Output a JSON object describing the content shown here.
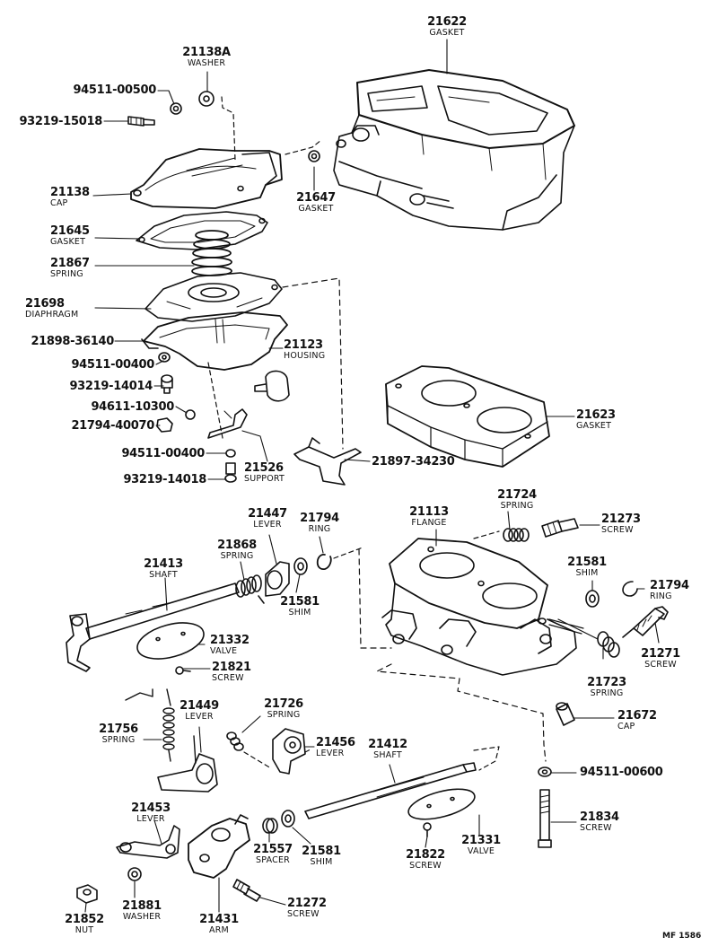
{
  "parts": {
    "p21622": {
      "num": "21622",
      "name": "GASKET"
    },
    "p21138A": {
      "num": "21138A",
      "name": "WASHER"
    },
    "p9451100500": {
      "num": "94511-00500"
    },
    "p9321915018": {
      "num": "93219-15018"
    },
    "p21138": {
      "num": "21138",
      "name": "CAP"
    },
    "p21647": {
      "num": "21647",
      "name": "GASKET"
    },
    "p21645": {
      "num": "21645",
      "name": "GASKET"
    },
    "p21867": {
      "num": "21867",
      "name": "SPRING"
    },
    "p21698": {
      "num": "21698",
      "name": "DIAPHRAGM"
    },
    "p2189836140": {
      "num": "21898-36140"
    },
    "p21123": {
      "num": "21123",
      "name": "HOUSING"
    },
    "p9451100400a": {
      "num": "94511-00400"
    },
    "p9321914014": {
      "num": "93219-14014"
    },
    "p9461110300": {
      "num": "94611-10300"
    },
    "p2179440070": {
      "num": "21794-40070"
    },
    "p9451100400b": {
      "num": "94511-00400"
    },
    "p21526": {
      "num": "21526",
      "name": "SUPPORT"
    },
    "p9321914018": {
      "num": "93219-14018"
    },
    "p2189734230": {
      "num": "21897-34230"
    },
    "p21623": {
      "num": "21623",
      "name": "GASKET"
    },
    "p21447": {
      "num": "21447",
      "name": "LEVER"
    },
    "p21794a": {
      "num": "21794",
      "name": "RING"
    },
    "p21868": {
      "num": "21868",
      "name": "SPRING"
    },
    "p21413": {
      "num": "21413",
      "name": "SHAFT"
    },
    "p21581a": {
      "num": "21581",
      "name": "SHIM"
    },
    "p21332": {
      "num": "21332",
      "name": "VALVE"
    },
    "p21821": {
      "num": "21821",
      "name": "SCREW"
    },
    "p21113": {
      "num": "21113",
      "name": "FLANGE"
    },
    "p21724": {
      "num": "21724",
      "name": "SPRING"
    },
    "p21273": {
      "num": "21273",
      "name": "SCREW"
    },
    "p21581b": {
      "num": "21581",
      "name": "SHIM"
    },
    "p21794b": {
      "num": "21794",
      "name": "RING"
    },
    "p21271": {
      "num": "21271",
      "name": "SCREW"
    },
    "p21723": {
      "num": "21723",
      "name": "SPRING"
    },
    "p21672": {
      "num": "21672",
      "name": "CAP"
    },
    "p21726": {
      "num": "21726",
      "name": "SPRING"
    },
    "p21449": {
      "num": "21449",
      "name": "LEVER"
    },
    "p21756": {
      "num": "21756",
      "name": "SPRING"
    },
    "p21456": {
      "num": "21456",
      "name": "LEVER"
    },
    "p21412": {
      "num": "21412",
      "name": "SHAFT"
    },
    "p9451100600": {
      "num": "94511-00600"
    },
    "p21453": {
      "num": "21453",
      "name": "LEVER"
    },
    "p21834": {
      "num": "21834",
      "name": "SCREW"
    },
    "p21557": {
      "num": "21557",
      "name": "SPACER"
    },
    "p21581c": {
      "num": "21581",
      "name": "SHIM"
    },
    "p21331": {
      "num": "21331",
      "name": "VALVE"
    },
    "p21822": {
      "num": "21822",
      "name": "SCREW"
    },
    "p21272": {
      "num": "21272",
      "name": "SCREW"
    },
    "p21852": {
      "num": "21852",
      "name": "NUT"
    },
    "p21881": {
      "num": "21881",
      "name": "WASHER"
    },
    "p21431": {
      "num": "21431",
      "name": "ARM"
    }
  },
  "figure_code": "MF 1586"
}
